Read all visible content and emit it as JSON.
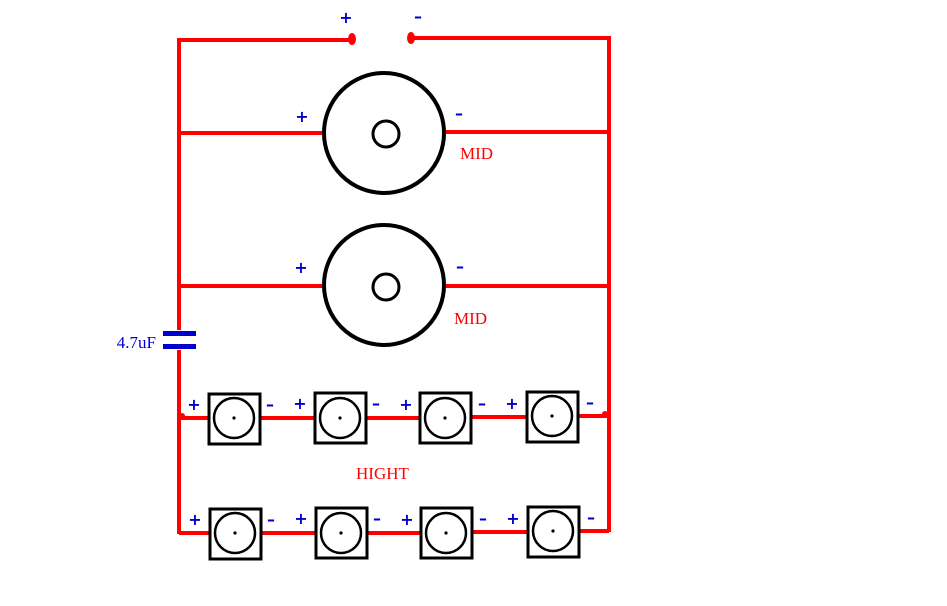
{
  "colors": {
    "wire": "#ff0000",
    "polarity": "#0000cc",
    "outline": "#000000",
    "label_red": "#ff0000",
    "label_blue": "#0000cc",
    "background": "#ffffff"
  },
  "input": {
    "plus": "+",
    "minus": "–"
  },
  "capacitor": {
    "label": "4.7uF",
    "icon": "capacitor-icon"
  },
  "mid": {
    "speakers": [
      {
        "plus": "+",
        "minus": "–",
        "label": "MID"
      },
      {
        "plus": "+",
        "minus": "–",
        "label": "MID"
      }
    ]
  },
  "high": {
    "label": "HIGHT",
    "rows": [
      [
        {
          "plus": "+",
          "minus": "–"
        },
        {
          "plus": "+",
          "minus": "–"
        },
        {
          "plus": "+",
          "minus": "–"
        },
        {
          "plus": "+",
          "minus": "–"
        }
      ],
      [
        {
          "plus": "+",
          "minus": "–"
        },
        {
          "plus": "+",
          "minus": "–"
        },
        {
          "plus": "+",
          "minus": "–"
        },
        {
          "plus": "+",
          "minus": "–"
        }
      ]
    ]
  }
}
